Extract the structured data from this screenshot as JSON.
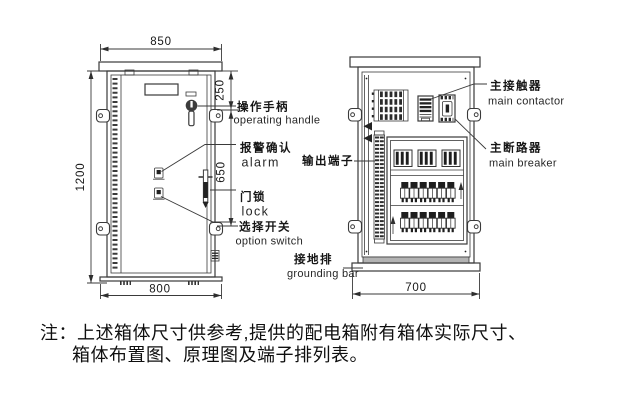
{
  "front_view": {
    "dimensions": {
      "width_top": "850",
      "height": "1200",
      "handle_offset": "250",
      "mid_span": "650",
      "width_bottom": "800"
    },
    "callouts": {
      "operating_handle": {
        "zh": "操作手柄",
        "en": "operating handle"
      },
      "alarm": {
        "zh": "报警确认",
        "en": "alarm"
      },
      "lock": {
        "zh": "门锁",
        "en": "lock"
      },
      "option_switch": {
        "zh": "选择开关",
        "en": "option switch"
      }
    }
  },
  "internal_view": {
    "dimensions": {
      "width_bottom": "700"
    },
    "callouts": {
      "main_contactor": {
        "zh": "主接触器",
        "en": "main contactor"
      },
      "main_breaker": {
        "zh": "主断路器",
        "en": "main breaker"
      },
      "output_terminals": {
        "zh": "输出端子"
      },
      "grounding_bar": {
        "zh": "接地排",
        "en": "grounding bar"
      }
    }
  },
  "note": {
    "line1": "注：上述箱体尺寸供参考,提供的配电箱附有箱体实际尺寸、",
    "line2": "箱体布置图、原理图及端子排列表。"
  },
  "colors": {
    "line": "#3a3a3a",
    "text": "#161616",
    "background": "#ffffff",
    "panel_band": "#b3b3b3",
    "handle_fill": "#3c3c3c"
  }
}
